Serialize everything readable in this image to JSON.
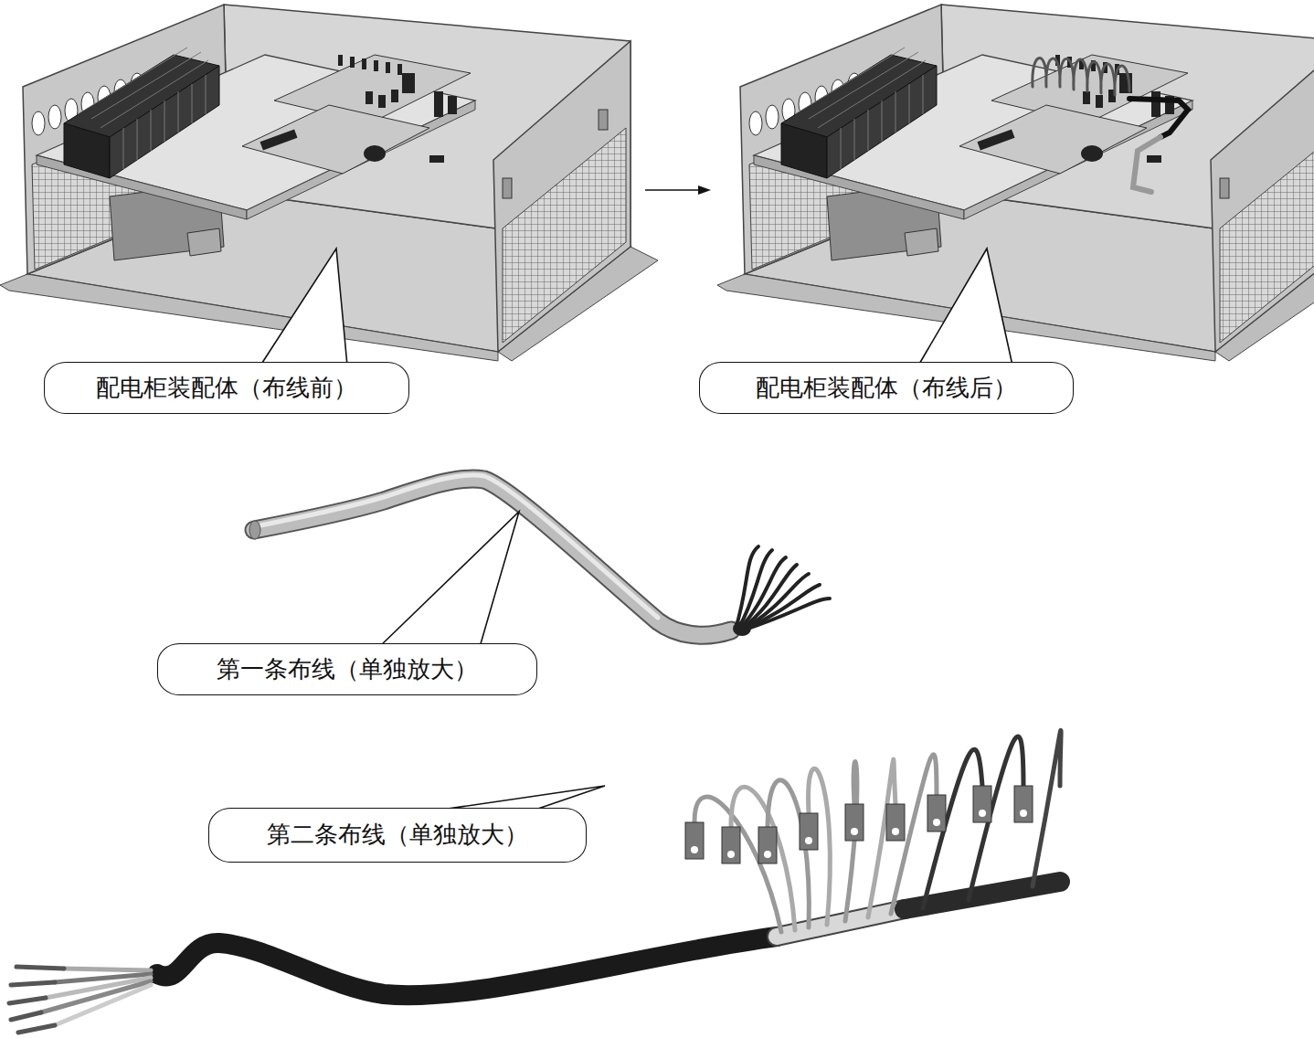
{
  "diagram": {
    "nodes": [
      {
        "text": [
          "配电柜装配体（布线前）"
        ]
      },
      {
        "text": [
          "配电柜装配体（布线后）"
        ]
      },
      {
        "text": [
          "第一条布线（单独放大）"
        ]
      },
      {
        "text": [
          "第二条布线（单独放大）"
        ]
      }
    ]
  }
}
